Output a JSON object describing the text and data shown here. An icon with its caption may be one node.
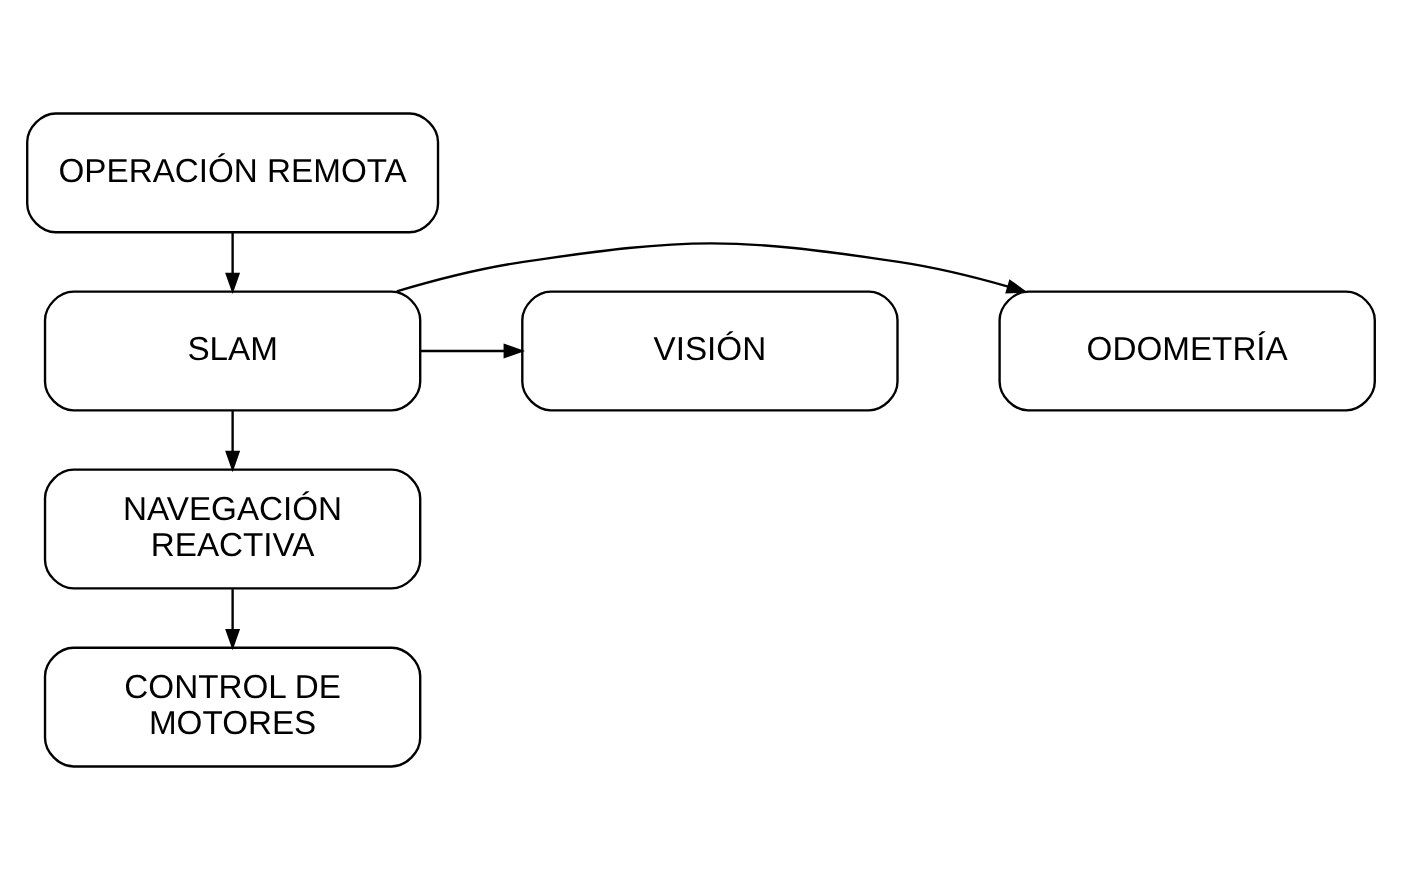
{
  "diagram": {
    "nodes": [
      {
        "text": [
          "OPERACIÓN REMOTA"
        ]
      },
      {
        "text": [
          "SLAM"
        ]
      },
      {
        "text": [
          "ODOMETRÍA"
        ]
      },
      {
        "text": [
          "VISIÓN"
        ]
      },
      {
        "text": [
          "NAVEGACIÓN REACTIVA"
        ]
      },
      {
        "text": [
          "CONTROL DE MOTORES"
        ]
      }
    ],
    "edges": [
      {
        "from": 0,
        "to": 1,
        "arrow": "to"
      },
      {
        "from": 1,
        "to": 2,
        "arrow": "to"
      },
      {
        "from": 1,
        "to": 3,
        "arrow": "to"
      },
      {
        "from": 1,
        "to": 4,
        "arrow": "to"
      },
      {
        "from": 4,
        "to": 5,
        "arrow": "to"
      }
    ]
  }
}
